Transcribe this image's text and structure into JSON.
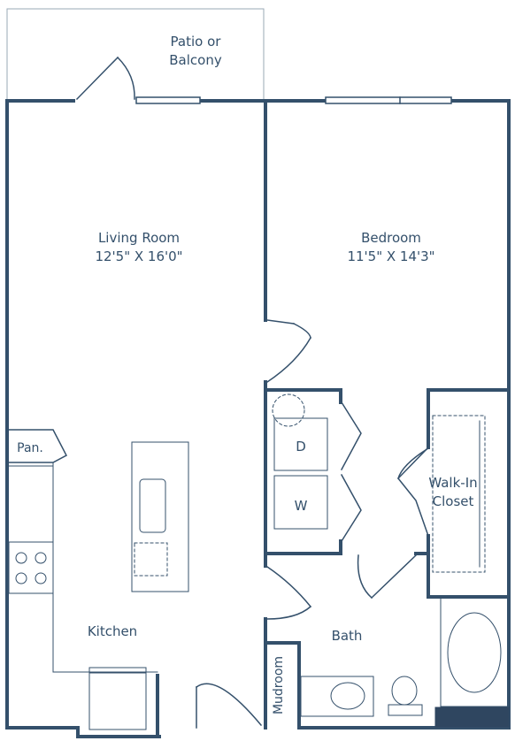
{
  "rooms": {
    "patio": {
      "line1": "Patio or",
      "line2": "Balcony"
    },
    "living": {
      "name": "Living Room",
      "dims": "12'5\" X 16'0\""
    },
    "bedroom": {
      "name": "Bedroom",
      "dims": "11'5\" X 14'3\""
    },
    "closet": {
      "line1": "Walk-In",
      "line2": "Closet"
    },
    "pantry": "Pan.",
    "kitchen": "Kitchen",
    "bath": "Bath",
    "mudroom": "Mudroom",
    "dryer": "D",
    "washer": "W"
  },
  "colors": {
    "wall": "#34506b",
    "fixture": "#4a6680",
    "text": "#34506b"
  }
}
